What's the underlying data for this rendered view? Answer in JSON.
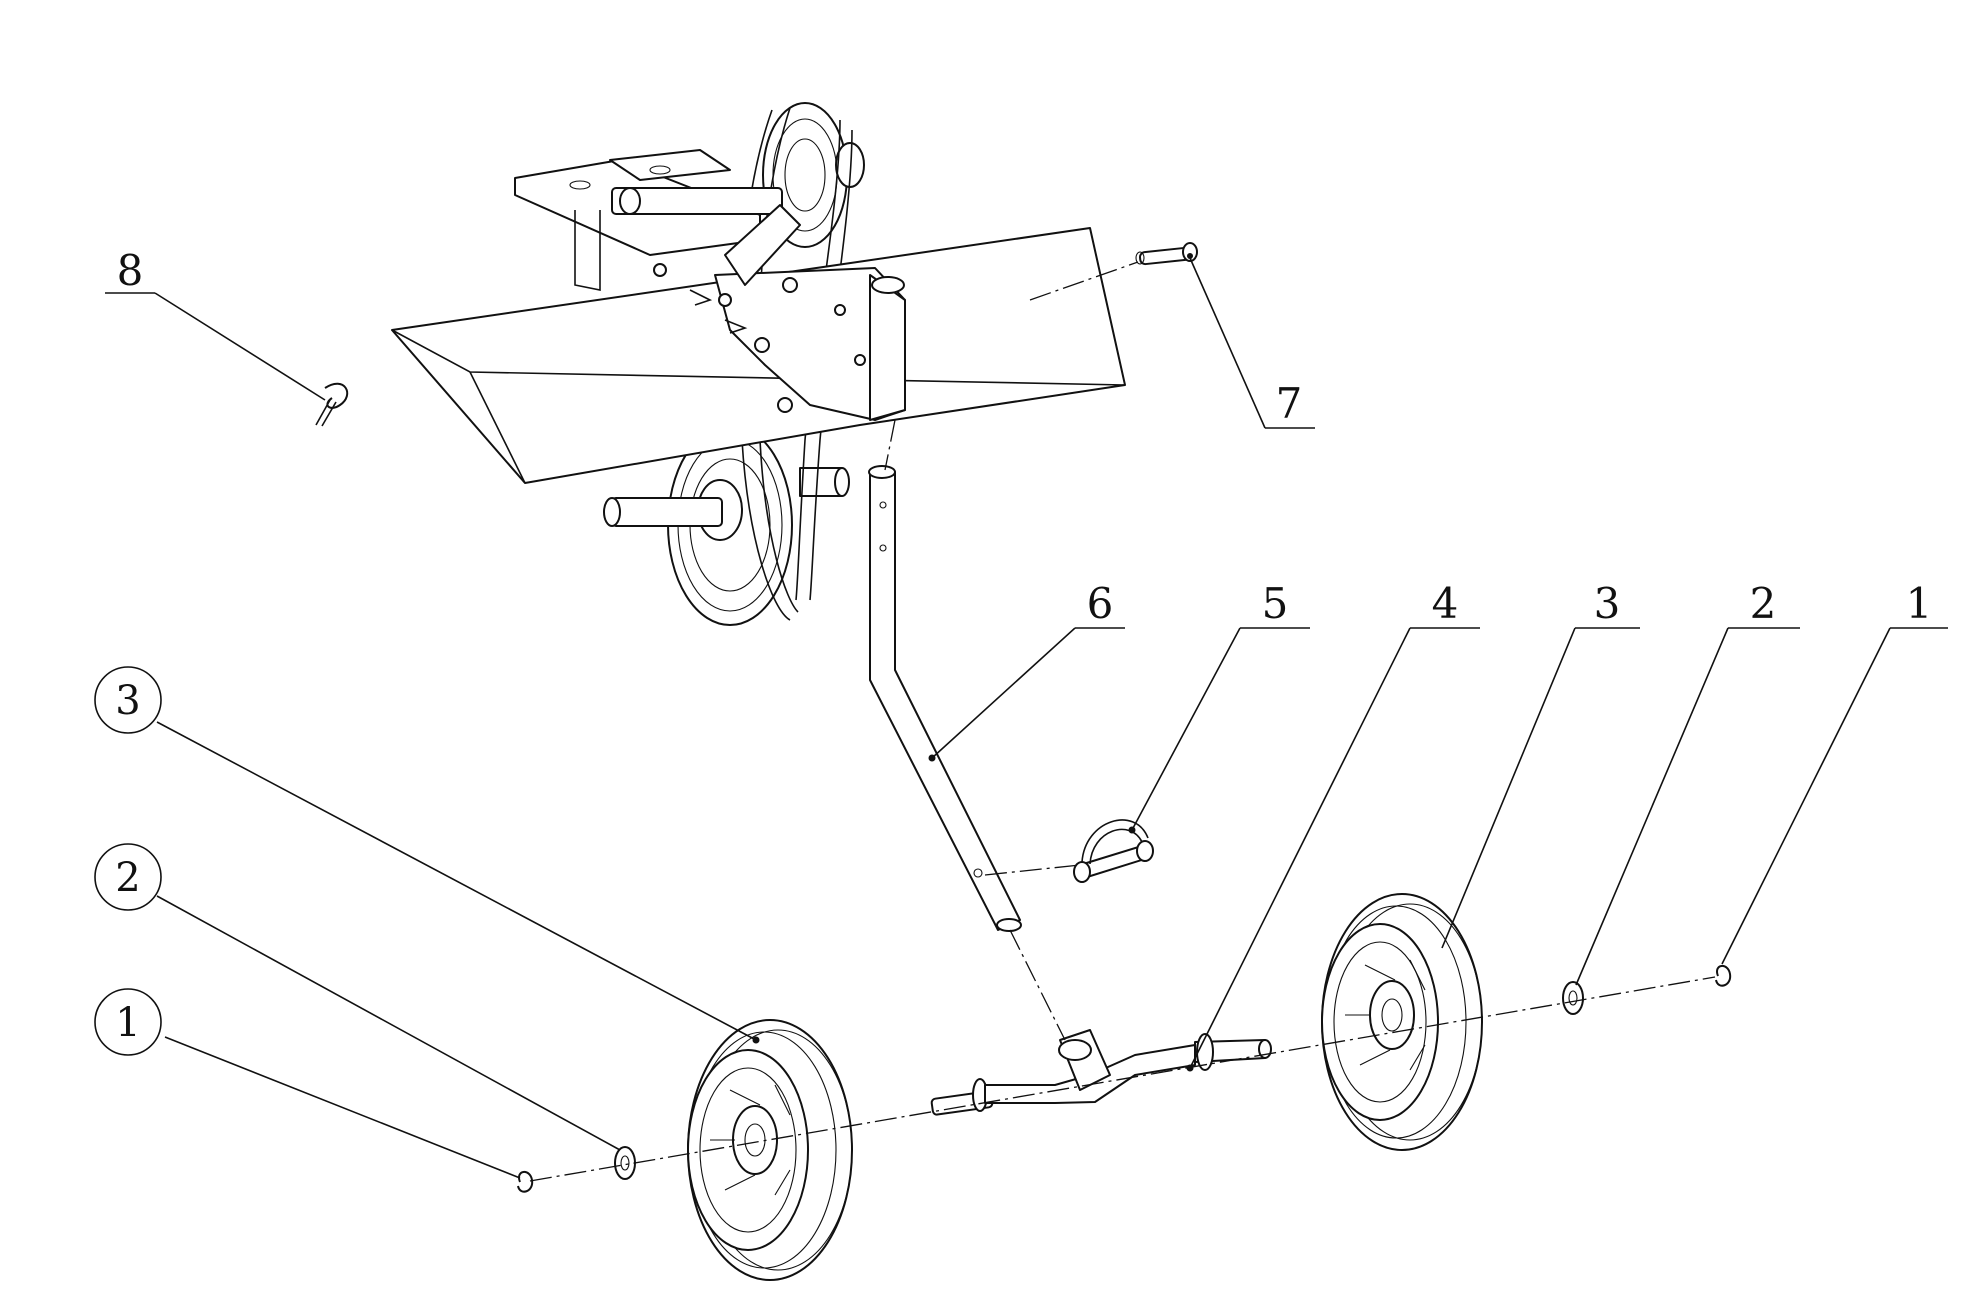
{
  "callouts": [
    {
      "id": "c8",
      "label": "8"
    },
    {
      "id": "c7",
      "label": "7"
    },
    {
      "id": "c6",
      "label": "6"
    },
    {
      "id": "c5",
      "label": "5"
    },
    {
      "id": "c4",
      "label": "4"
    },
    {
      "id": "c3r",
      "label": "3"
    },
    {
      "id": "c2r",
      "label": "2"
    },
    {
      "id": "c1r",
      "label": "1"
    },
    {
      "id": "c3l",
      "label": "3"
    },
    {
      "id": "c2l",
      "label": "2"
    },
    {
      "id": "c1l",
      "label": "1"
    }
  ]
}
